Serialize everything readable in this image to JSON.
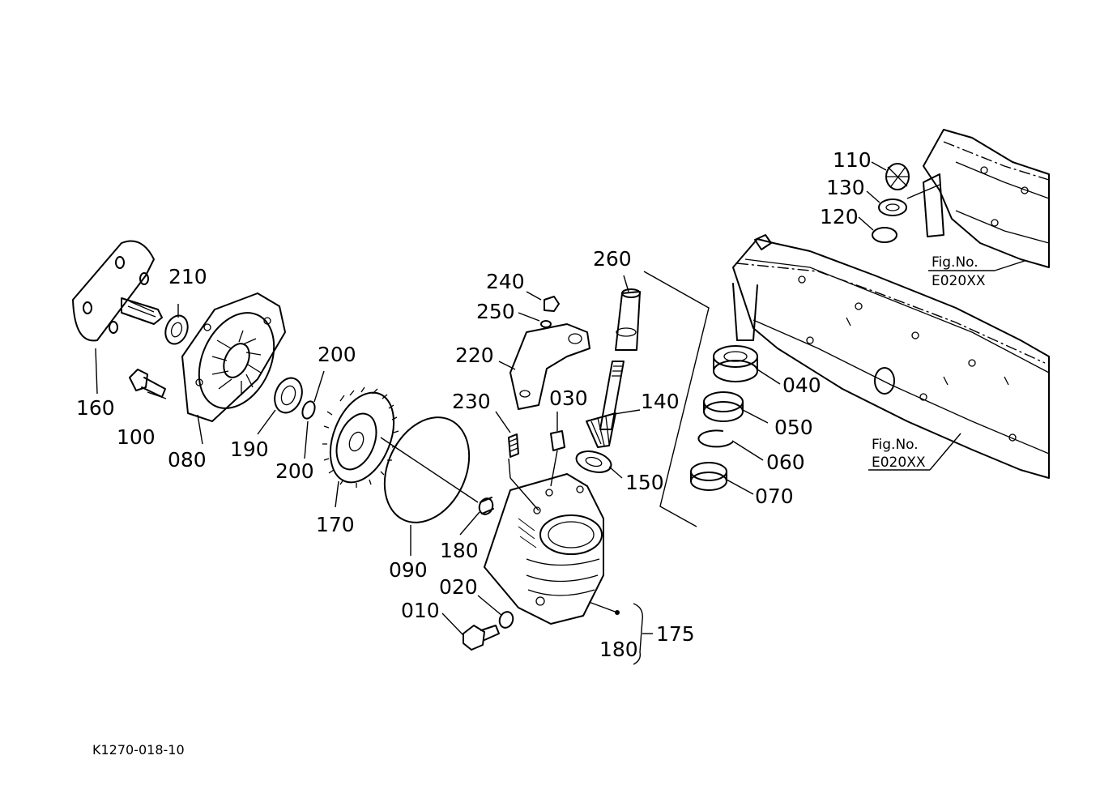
{
  "figure_code": "K1270-018-10",
  "callouts": [
    {
      "id": "010",
      "label": "010"
    },
    {
      "id": "020",
      "label": "020"
    },
    {
      "id": "030",
      "label": "030"
    },
    {
      "id": "040",
      "label": "040"
    },
    {
      "id": "050",
      "label": "050"
    },
    {
      "id": "060",
      "label": "060"
    },
    {
      "id": "070",
      "label": "070"
    },
    {
      "id": "080",
      "label": "080"
    },
    {
      "id": "090",
      "label": "090"
    },
    {
      "id": "100",
      "label": "100"
    },
    {
      "id": "110",
      "label": "110"
    },
    {
      "id": "120",
      "label": "120"
    },
    {
      "id": "130",
      "label": "130"
    },
    {
      "id": "140",
      "label": "140"
    },
    {
      "id": "150",
      "label": "150"
    },
    {
      "id": "160",
      "label": "160"
    },
    {
      "id": "170",
      "label": "170"
    },
    {
      "id": "175",
      "label": "175"
    },
    {
      "id": "180a",
      "label": "180"
    },
    {
      "id": "180b",
      "label": "180"
    },
    {
      "id": "190",
      "label": "190"
    },
    {
      "id": "200a",
      "label": "200"
    },
    {
      "id": "200b",
      "label": "200"
    },
    {
      "id": "210",
      "label": "210"
    },
    {
      "id": "220",
      "label": "220"
    },
    {
      "id": "230",
      "label": "230"
    },
    {
      "id": "240",
      "label": "240"
    },
    {
      "id": "250",
      "label": "250"
    },
    {
      "id": "260",
      "label": "260"
    }
  ],
  "figure_refs": [
    {
      "line1": "Fig.No.",
      "line2": "E020XX"
    },
    {
      "line1": "Fig.No.",
      "line2": "E020XX"
    }
  ]
}
